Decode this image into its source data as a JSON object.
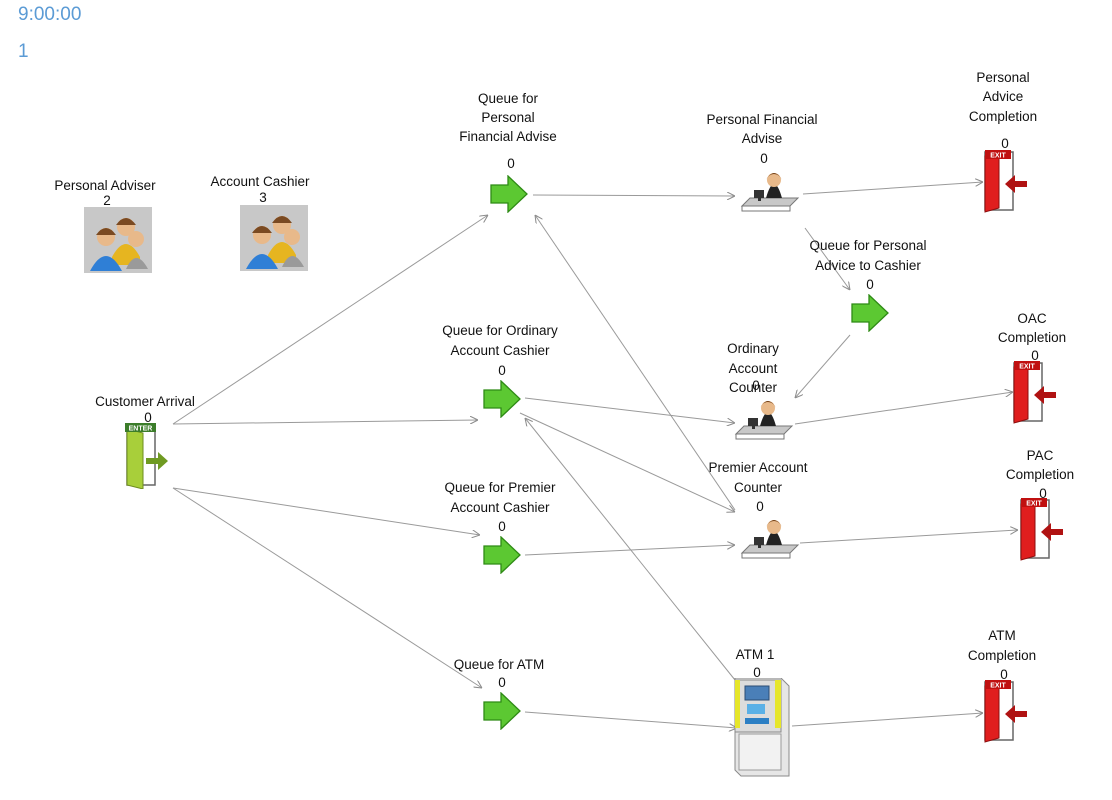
{
  "clock": {
    "time": "9:00:00",
    "replication": "1"
  },
  "resources": [
    {
      "name": "Personal Adviser",
      "count": "2"
    },
    {
      "name": "Account Cashier",
      "count": "3"
    }
  ],
  "entry": {
    "name": "Customer Arrival",
    "count": "0",
    "sign": "ENTER"
  },
  "queues": [
    {
      "lines": [
        "Queue for",
        "Personal",
        "Financial Advise"
      ],
      "count": "0"
    },
    {
      "lines": [
        "Queue for Ordinary",
        "Account Cashier"
      ],
      "count": "0"
    },
    {
      "lines": [
        "Queue for Premier",
        "Account Cashier"
      ],
      "count": "0"
    },
    {
      "lines": [
        "Queue for ATM"
      ],
      "count": "0"
    },
    {
      "lines": [
        "Queue for Personal",
        "Advice to Cashier"
      ],
      "count": "0"
    }
  ],
  "activities": [
    {
      "lines": [
        "Personal Financial",
        "Advise"
      ],
      "count": "0"
    },
    {
      "lines": [
        "Ordinary",
        "Account",
        "Counter"
      ],
      "count": "0"
    },
    {
      "lines": [
        "Premier Account",
        "Counter"
      ],
      "count": "0"
    },
    {
      "lines": [
        "ATM 1"
      ],
      "count": "0"
    }
  ],
  "exits": [
    {
      "lines": [
        "Personal",
        "Advice",
        "Completion"
      ],
      "count": "0",
      "sign": "EXIT"
    },
    {
      "lines": [
        "OAC",
        "Completion"
      ],
      "count": "0",
      "sign": "EXIT"
    },
    {
      "lines": [
        "PAC",
        "Completion"
      ],
      "count": "0",
      "sign": "EXIT"
    },
    {
      "lines": [
        "ATM",
        "Completion"
      ],
      "count": "0",
      "sign": "EXIT"
    }
  ],
  "colors": {
    "clock": "#5b9bd5",
    "queue_arrow": "#5cc832",
    "exit_door": "#e01e1e",
    "enter_door": "#a8cf3a",
    "link": "#9a9a9a"
  }
}
